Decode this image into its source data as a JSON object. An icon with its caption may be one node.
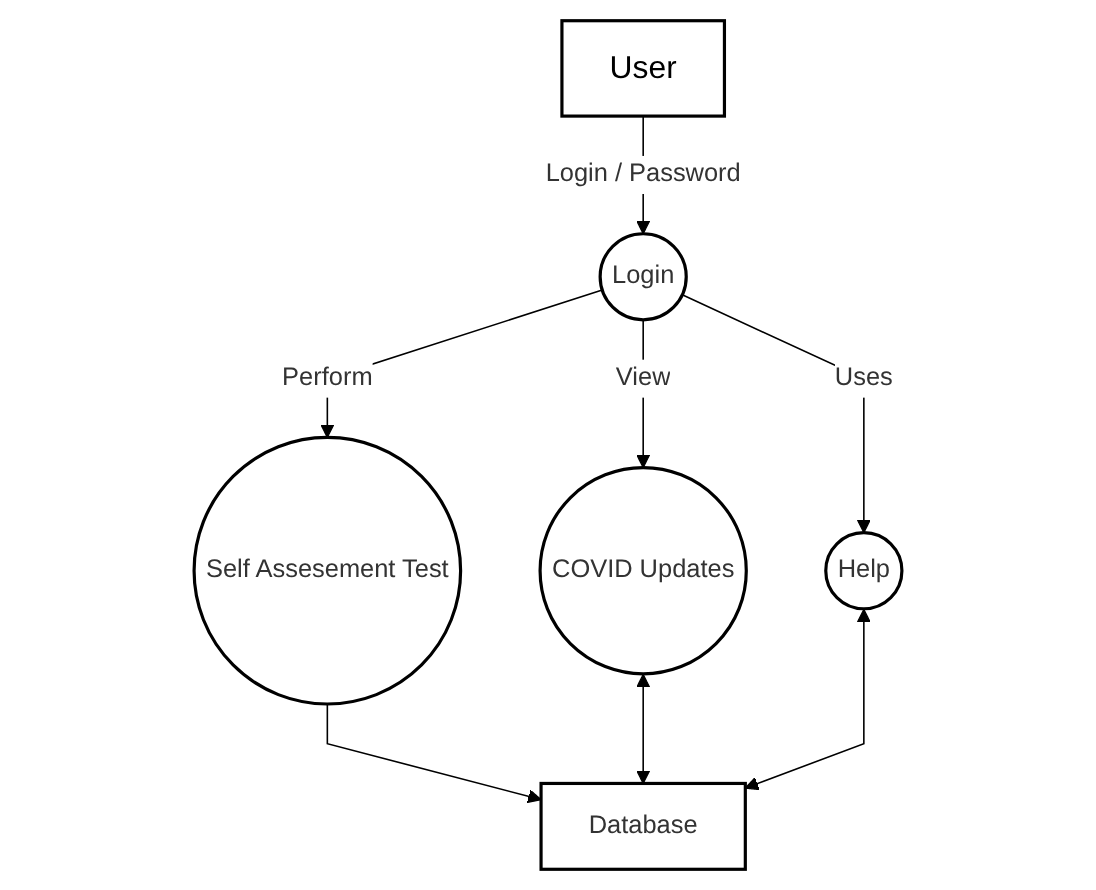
{
  "diagram": {
    "nodes": [
      {
        "text": [
          "User"
        ]
      },
      {
        "text": [
          "Login"
        ]
      },
      {
        "text": [
          "Self Assesement Test"
        ]
      },
      {
        "text": [
          "COVID Updates"
        ]
      },
      {
        "text": [
          "Help"
        ]
      },
      {
        "text": [
          "Database"
        ]
      }
    ],
    "edges": [
      {
        "from": 0,
        "to": 1,
        "arrow": "to",
        "label": "Login / Password"
      },
      {
        "from": 1,
        "to": 2,
        "arrow": "to",
        "label": "Perform"
      },
      {
        "from": 1,
        "to": 3,
        "arrow": "to",
        "label": "View"
      },
      {
        "from": 1,
        "to": 4,
        "arrow": "to",
        "label": "Uses"
      },
      {
        "from": 2,
        "to": 5,
        "arrow": "to"
      },
      {
        "from": 3,
        "to": 5,
        "arrow": "both"
      },
      {
        "from": 4,
        "to": 5,
        "arrow": "both"
      }
    ]
  }
}
